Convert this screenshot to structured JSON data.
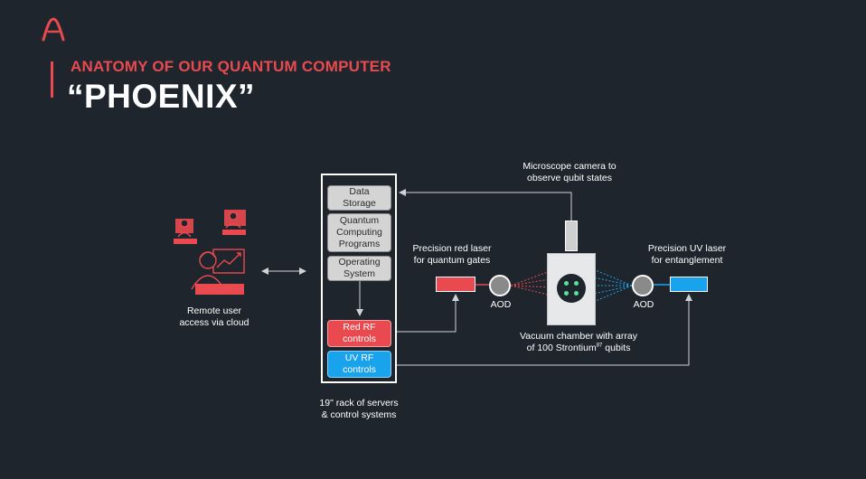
{
  "header": {
    "subtitle": "ANATOMY OF OUR QUANTUM COMPUTER",
    "title": "“PHOENIX”"
  },
  "icons": {
    "logo": "logo-icon",
    "remote_user": "remote-user-icon"
  },
  "colors": {
    "background": "#1f252d",
    "accent_red": "#e84a4f",
    "accent_blue": "#19a3ec",
    "qubit_green": "#53e39a",
    "rack_box": "#d4d4d4"
  },
  "remote_user": {
    "label_line1": "Remote user",
    "label_line2": "access via cloud"
  },
  "rack": {
    "data_storage": {
      "line1": "Data",
      "line2": "Storage"
    },
    "programs": {
      "line1": "Quantum",
      "line2": "Computing",
      "line3": "Programs"
    },
    "os": {
      "line1": "Operating",
      "line2": "System"
    },
    "red_rf": {
      "line1": "Red RF",
      "line2": "controls"
    },
    "uv_rf": {
      "line1": "UV RF",
      "line2": "controls"
    },
    "caption_line1": "19\" rack of servers",
    "caption_line2": "& control systems"
  },
  "camera": {
    "line1": "Microscope camera to",
    "line2": "observe qubit states"
  },
  "red_laser": {
    "line1": "Precision red laser",
    "line2": "for quantum gates"
  },
  "uv_laser": {
    "line1": "Precision UV laser",
    "line2": "for entanglement"
  },
  "aod": {
    "left": "AOD",
    "right": "AOD"
  },
  "chamber": {
    "line1": "Vacuum chamber with array",
    "line2_prefix": "of 100 Strontium",
    "isotope": "87",
    "line2_suffix": " qubits"
  }
}
